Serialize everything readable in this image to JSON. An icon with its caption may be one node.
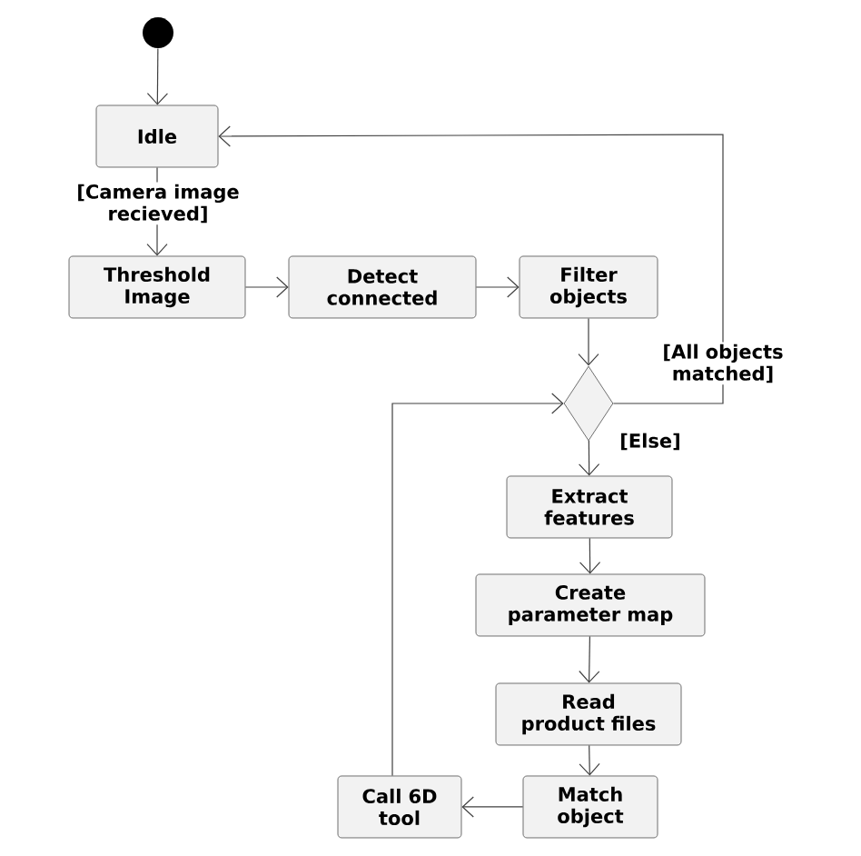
{
  "diagram": {
    "nodes": [
      {
        "text": [],
        "shape": "circle"
      },
      {
        "text": [
          "Idle"
        ]
      },
      {
        "text": [
          "Threshold Image"
        ]
      },
      {
        "text": [
          "Detect connected"
        ]
      },
      {
        "text": [
          "Filter objects"
        ]
      },
      {
        "text": [],
        "shape": "diamond"
      },
      {
        "text": [
          "Extract features"
        ]
      },
      {
        "text": [
          "Create parameter map"
        ]
      },
      {
        "text": [
          "Read product files"
        ]
      },
      {
        "text": [
          "Match object"
        ]
      },
      {
        "text": [
          "Call 6D tool"
        ]
      }
    ],
    "edges": [
      {
        "from": 0,
        "to": 1,
        "arrow": "to"
      },
      {
        "from": 1,
        "to": 2,
        "arrow": "to",
        "label": "[Camera image recieved]"
      },
      {
        "from": 2,
        "to": 3,
        "arrow": "to"
      },
      {
        "from": 3,
        "to": 4,
        "arrow": "to"
      },
      {
        "from": 4,
        "to": 5,
        "arrow": "to"
      },
      {
        "from": 5,
        "to": 1,
        "arrow": "to",
        "label": "[All objects matched]"
      },
      {
        "from": 5,
        "to": 6,
        "arrow": "to",
        "label": "[Else]"
      },
      {
        "from": 6,
        "to": 7,
        "arrow": "to"
      },
      {
        "from": 7,
        "to": 8,
        "arrow": "to"
      },
      {
        "from": 8,
        "to": 9,
        "arrow": "to"
      },
      {
        "from": 9,
        "to": 10,
        "arrow": "to"
      },
      {
        "from": 10,
        "to": 5,
        "arrow": "to"
      }
    ]
  }
}
